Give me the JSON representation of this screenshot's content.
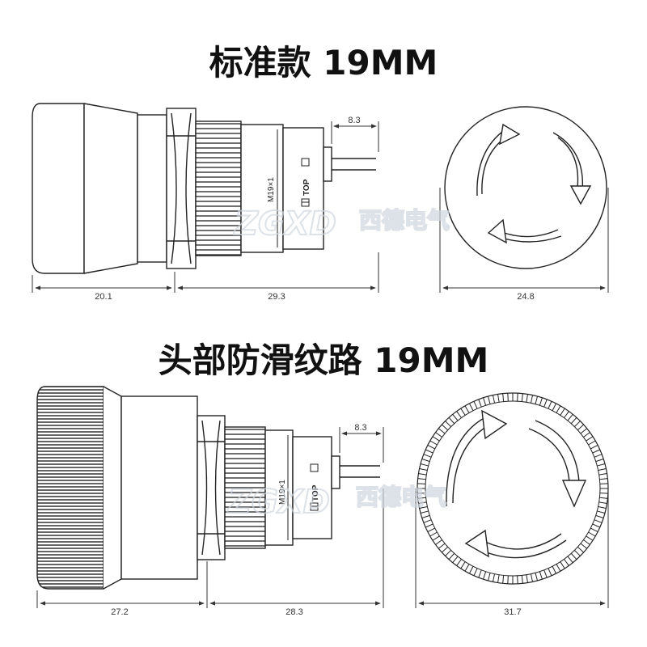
{
  "titles": {
    "standard": "标准款 19MM",
    "knurled": "头部防滑纹路 19MM"
  },
  "standard": {
    "dim_head": "20.1",
    "dim_body": "29.3",
    "dim_terminal": "8.3",
    "dim_diameter": "24.8",
    "thread_label": "M19×1",
    "top_label": "TOP"
  },
  "knurled": {
    "dim_head": "27.2",
    "dim_body": "28.3",
    "dim_terminal": "8.3",
    "dim_diameter": "31.7",
    "thread_label": "M19×1",
    "top_label": "TOP"
  },
  "watermark": {
    "latin": "ZGXD",
    "chinese": "西德电气"
  }
}
